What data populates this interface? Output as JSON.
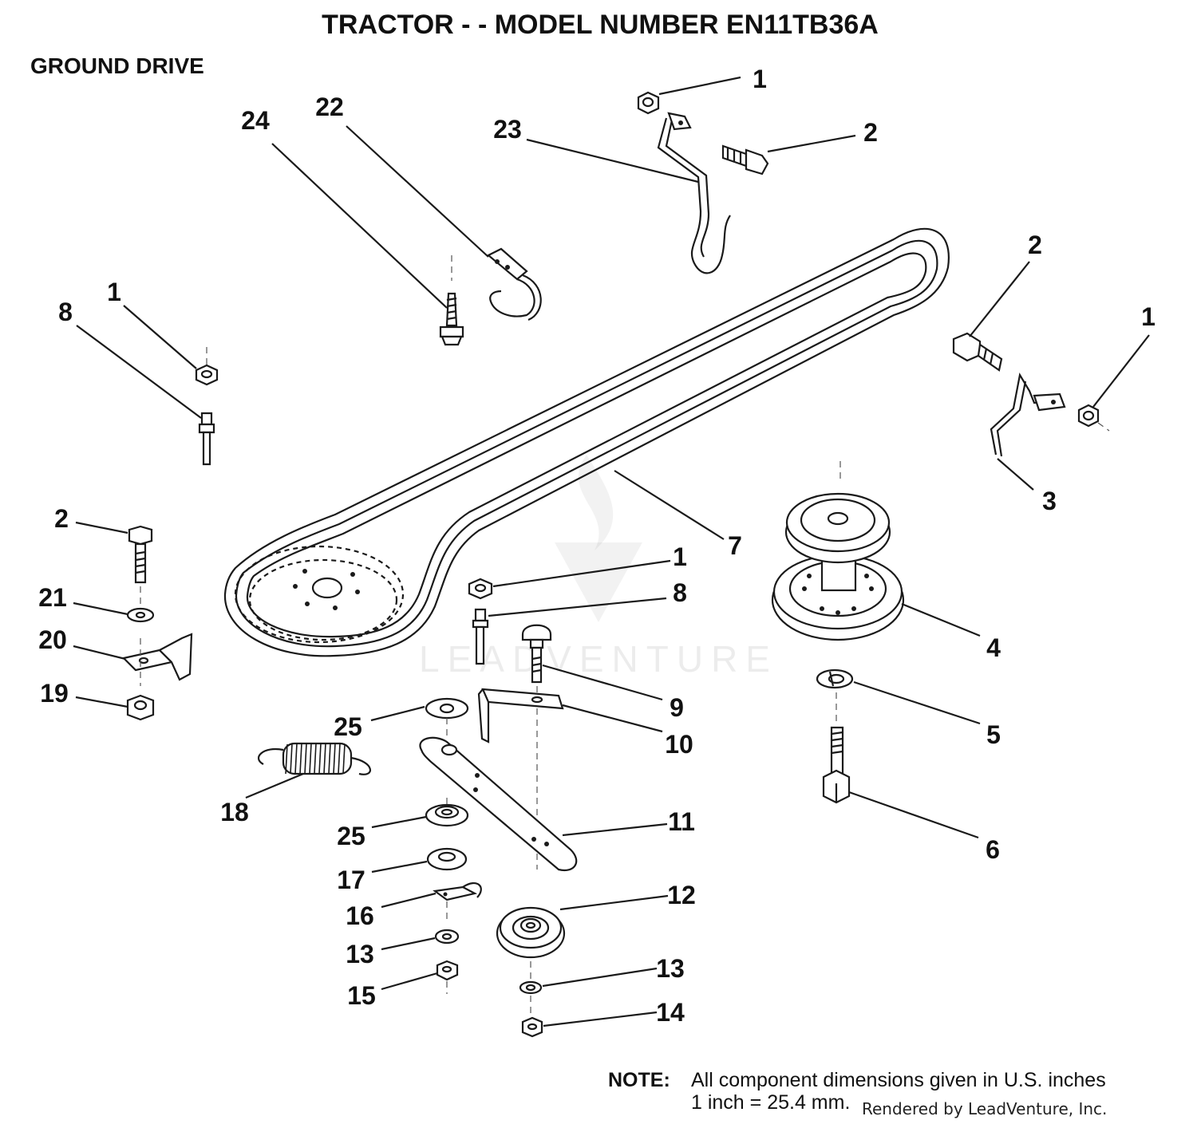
{
  "title": "TRACTOR - - MODEL NUMBER EN11TB36A",
  "subtitle": "GROUND DRIVE",
  "note": {
    "label": "NOTE:",
    "line1": "All component dimensions given in U.S. inches",
    "line2": "1 inch = 25.4 mm."
  },
  "credit": "Rendered by LeadVenture, Inc.",
  "watermark": "LEADVENTURE",
  "callouts": [
    {
      "id": "c1a",
      "label": "1"
    },
    {
      "id": "c2a",
      "label": "2"
    },
    {
      "id": "c23",
      "label": "23"
    },
    {
      "id": "c22",
      "label": "22"
    },
    {
      "id": "c24",
      "label": "24"
    },
    {
      "id": "c2b",
      "label": "2"
    },
    {
      "id": "c1b",
      "label": "1"
    },
    {
      "id": "c1c",
      "label": "1"
    },
    {
      "id": "c8a",
      "label": "8"
    },
    {
      "id": "c3",
      "label": "3"
    },
    {
      "id": "c2c",
      "label": "2"
    },
    {
      "id": "c7",
      "label": "7"
    },
    {
      "id": "c1d",
      "label": "1"
    },
    {
      "id": "c21",
      "label": "21"
    },
    {
      "id": "c8b",
      "label": "8"
    },
    {
      "id": "c4",
      "label": "4"
    },
    {
      "id": "c20",
      "label": "20"
    },
    {
      "id": "c19",
      "label": "19"
    },
    {
      "id": "c9",
      "label": "9"
    },
    {
      "id": "c25a",
      "label": "25"
    },
    {
      "id": "c10",
      "label": "10"
    },
    {
      "id": "c5",
      "label": "5"
    },
    {
      "id": "c18",
      "label": "18"
    },
    {
      "id": "c11",
      "label": "11"
    },
    {
      "id": "c25b",
      "label": "25"
    },
    {
      "id": "c6",
      "label": "6"
    },
    {
      "id": "c17",
      "label": "17"
    },
    {
      "id": "c12",
      "label": "12"
    },
    {
      "id": "c16",
      "label": "16"
    },
    {
      "id": "c13a",
      "label": "13"
    },
    {
      "id": "c13b",
      "label": "13"
    },
    {
      "id": "c15",
      "label": "15"
    },
    {
      "id": "c14",
      "label": "14"
    }
  ]
}
